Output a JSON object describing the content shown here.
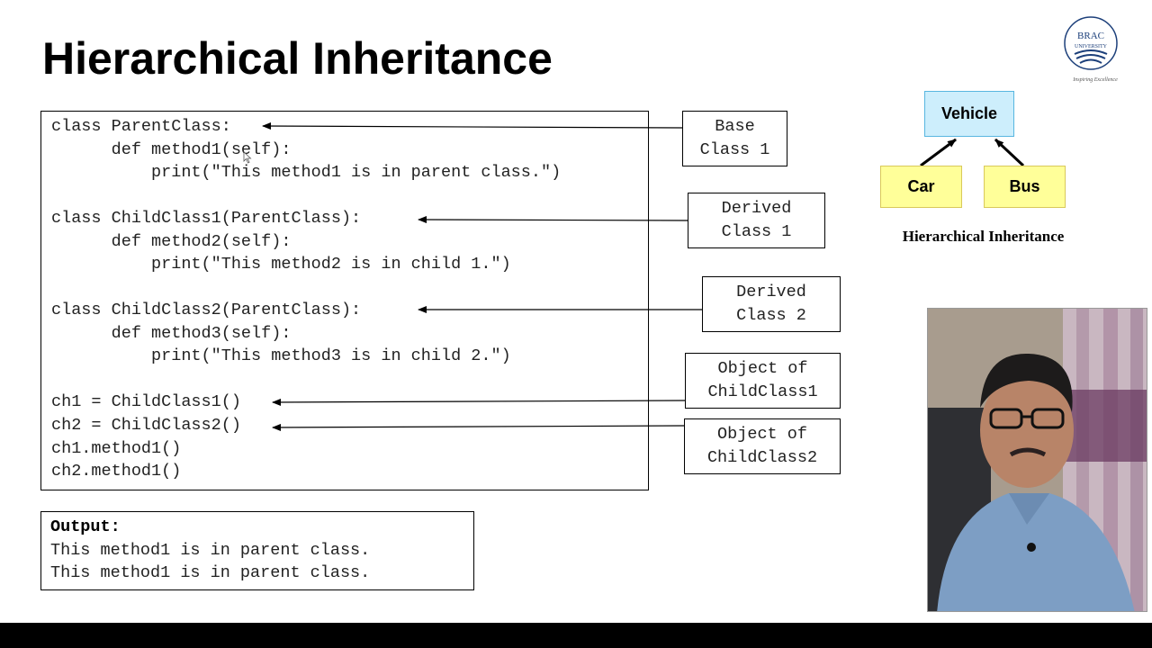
{
  "slide": {
    "title": "Hierarchical Inheritance",
    "code_lines": [
      "class ParentClass:",
      "      def method1(self):",
      "          print(\"This method1 is in parent class.\")",
      "",
      "class ChildClass1(ParentClass):",
      "      def method2(self):",
      "          print(\"This method2 is in child 1.\")",
      "",
      "class ChildClass2(ParentClass):",
      "      def method3(self):",
      "          print(\"This method3 is in child 2.\")",
      "",
      "ch1 = ChildClass1()",
      "ch2 = ChildClass2()",
      "ch1.method1()",
      "ch2.method1()"
    ],
    "annotations": [
      {
        "line1": "Base",
        "line2": "Class 1"
      },
      {
        "line1": "Derived",
        "line2": "Class 1"
      },
      {
        "line1": "Derived",
        "line2": "Class 2"
      },
      {
        "line1": "Object of",
        "line2": "ChildClass1"
      },
      {
        "line1": "Object of",
        "line2": "ChildClass2"
      }
    ],
    "output": {
      "heading": "Output:",
      "lines": [
        "This method1 is in parent class.",
        "This method1 is in parent class."
      ]
    },
    "diagram": {
      "parent": "Vehicle",
      "children": [
        "Car",
        "Bus"
      ],
      "caption": "Hierarchical Inheritance",
      "parent_color": "#cdeefc",
      "child_color": "#ffff99"
    },
    "logo": {
      "name": "BRAC",
      "sub": "UNIVERSITY",
      "tagline": "Inspiring Excellence",
      "color": "#1c3f7a"
    }
  }
}
